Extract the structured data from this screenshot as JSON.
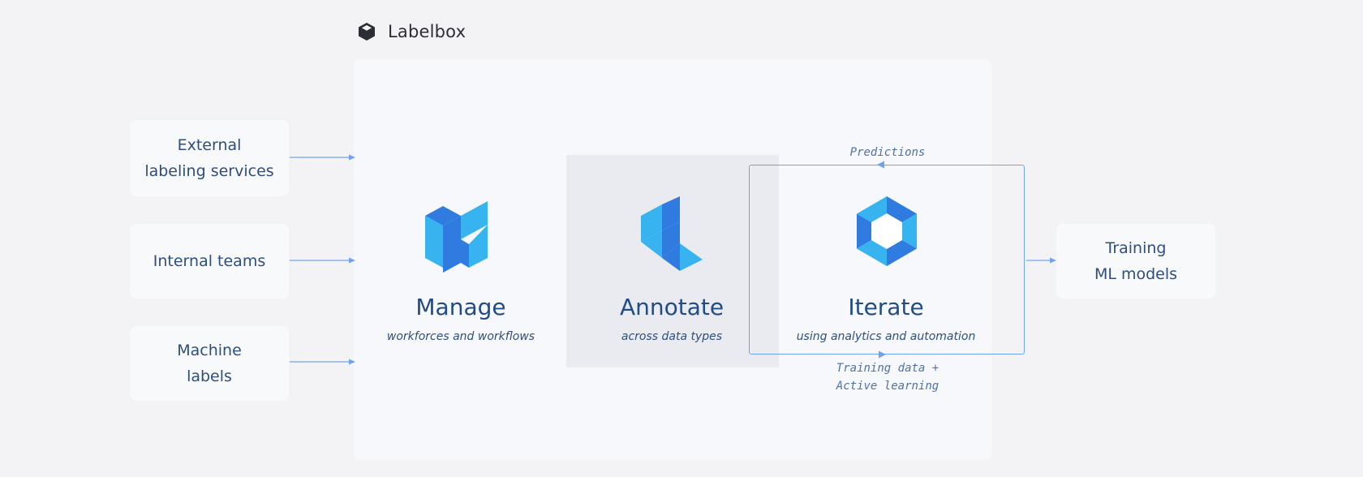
{
  "brand": {
    "name": "Labelbox"
  },
  "sources": [
    {
      "label": "External\nlabeling services"
    },
    {
      "label": "Internal teams"
    },
    {
      "label": "Machine\nlabels"
    }
  ],
  "stages": [
    {
      "title": "Manage",
      "subtitle": "workforces and workflows"
    },
    {
      "title": "Annotate",
      "subtitle": "across data types"
    },
    {
      "title": "Iterate",
      "subtitle": "using analytics and automation"
    }
  ],
  "loop": {
    "top_label": "Predictions",
    "bottom_label": "Training data +\nActive learning"
  },
  "output": {
    "label": "Training\nML models"
  },
  "colors": {
    "accent_blue": "#2f7be0",
    "light_blue": "#37b4f0",
    "text_blue": "#2d4e7e",
    "line_blue": "#6fa3f0"
  }
}
